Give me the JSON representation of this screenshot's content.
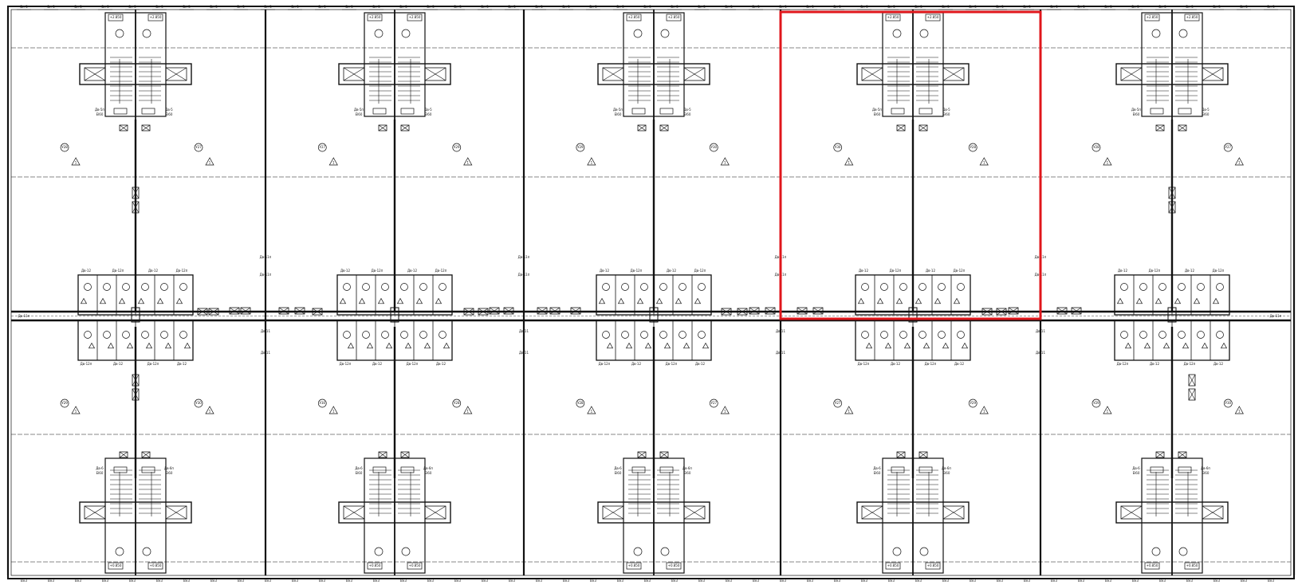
{
  "drawing": {
    "highlight_color": "#e0161b",
    "line_color": "#111111",
    "window_tags": {
      "top": "Вн-3",
      "bottom": "Вн3"
    },
    "door_tags": {
      "stair_top_left": "Дв-5п",
      "stair_top_left_sub": "EI60",
      "stair_top_right": "Дв-5",
      "stair_top_right_sub": "EI60",
      "wet_top": "Дв-12",
      "wet_top2": "Дв-12п",
      "wet_bottom": "Дв-12п",
      "wet_bottom2": "Дв-12",
      "corridor": "Дв-11п",
      "corridor_low": "Дв-11",
      "corridor_end": "Дв-11п",
      "stair_bottom_left": "Дв-6",
      "stair_bottom_left_sub": "EI60",
      "stair_bottom_right": "Дв-6п",
      "stair_bottom_right_sub": "EI60"
    },
    "elevations": {
      "top": "+2.850",
      "landing": "+2.850",
      "bottom": "+0.850"
    },
    "room_tags": [
      "У28",
      "У27",
      "У29",
      "У30"
    ],
    "marker_symbol": "1"
  }
}
